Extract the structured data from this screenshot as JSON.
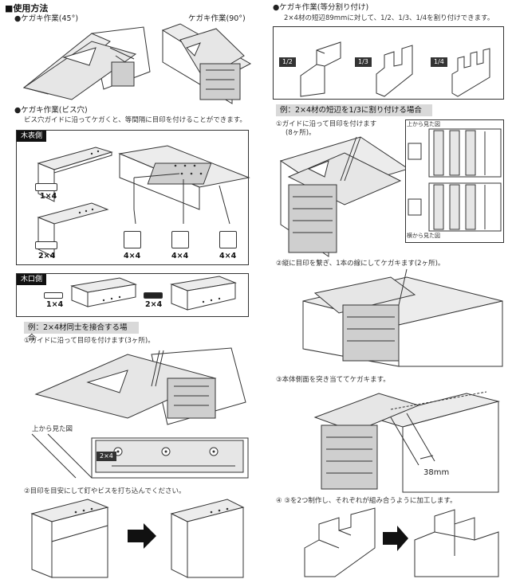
{
  "left": {
    "heading": "■使用方法",
    "sec1": {
      "a_label": "●ケガキ作業(45°)",
      "b_label": "ケガキ作業(90°)"
    },
    "sec2": {
      "label": "●ケガキ作業(ビス穴)",
      "desc": "ビス穴ガイドに沿ってケガくと、等間隔に目印を付けることができます。",
      "box1_header": "木表側",
      "items": [
        "1×4",
        "2×4",
        "4×4",
        "4×4",
        "4×4"
      ],
      "box2_header": "木口側",
      "koguchi": [
        "1×4",
        "2×4"
      ]
    },
    "sec3": {
      "bar": "例：2×4材同士を接合する場合",
      "step1": "①ガイドに沿って目印を付けます(3ヶ所)。",
      "top_view": "上から見た図",
      "small_tag": "2×4",
      "step2": "②目印を目安にして釘やビスを打ち込んでください。"
    }
  },
  "right": {
    "sec4": {
      "label": "●ケガキ作業(等分割り付け)",
      "desc": "2×4材の短辺89mmに対して、1/2、1/3、1/4を割り付けできます。",
      "fractions": [
        "1/2",
        "1/3",
        "1/4"
      ]
    },
    "sec5": {
      "bar": "例：2×4材の短辺を1/3に割り付ける場合",
      "step1a": "①ガイドに沿って目印を付けます",
      "step1b": "(8ヶ所)。",
      "top_view": "上から見た図",
      "side_view": "横から見た図",
      "step2": "②縦に目印を繋ぎ、1本の線にしてケガキます(2ヶ所)。",
      "step3": "③本体側面を突き当ててケガキます。",
      "dimension": "38mm",
      "step4": "④ ③を2つ制作し、それぞれが組み合うように加工します。"
    }
  }
}
